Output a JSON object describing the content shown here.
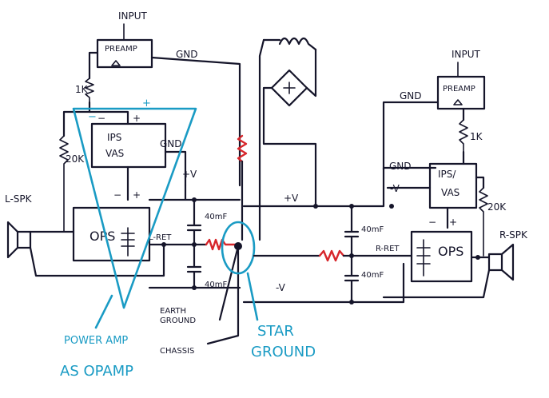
{
  "colors": {
    "ink": "#15152a",
    "annotation": "#1a9bc4",
    "resistor_highlight": "#d7262b",
    "background": "#ffffff"
  },
  "left_channel": {
    "input": "INPUT",
    "preamp": "PREAMP",
    "resistor_1k": "1K",
    "resistor_20k": "20K",
    "ips": "IPS",
    "vas": "VAS",
    "ops": "OPS",
    "speaker": "L-SPK",
    "gnd_top": "GND",
    "gnd_mid": "GND",
    "return_label": "L-RET",
    "plus_v": "+V",
    "cap_top": "40mF",
    "cap_bottom": "40mF",
    "amp_minus": "−",
    "amp_plus": "+"
  },
  "right_channel": {
    "input": "INPUT",
    "preamp": "PREAMP",
    "resistor_1k": "1K",
    "resistor_20k": "20K",
    "ips_vas": "IPS/\nVAS",
    "ips": "IPS/",
    "vas": "VAS",
    "ops": "OPS",
    "speaker": "R-SPK",
    "gnd_top": "GND",
    "gnd_mid": "GND",
    "return_label": "R-RET",
    "minus_v": "-V",
    "cap_top": "40mF",
    "cap_bottom": "40mF",
    "amp_minus": "−",
    "amp_plus": "+"
  },
  "power_supply": {
    "plus_v": "+V",
    "minus_v": "-V"
  },
  "ground": {
    "earth": "EARTH GROUND",
    "earth_line1": "EARTH",
    "earth_line2": "GROUND",
    "chassis": "CHASSIS"
  },
  "annotations": {
    "power_amp_line1": "POWER AMP",
    "power_amp_line2": "AS OPAMP",
    "star_line1": "STAR",
    "star_line2": "GROUND",
    "tri_minus": "−",
    "tri_plus": "+"
  }
}
